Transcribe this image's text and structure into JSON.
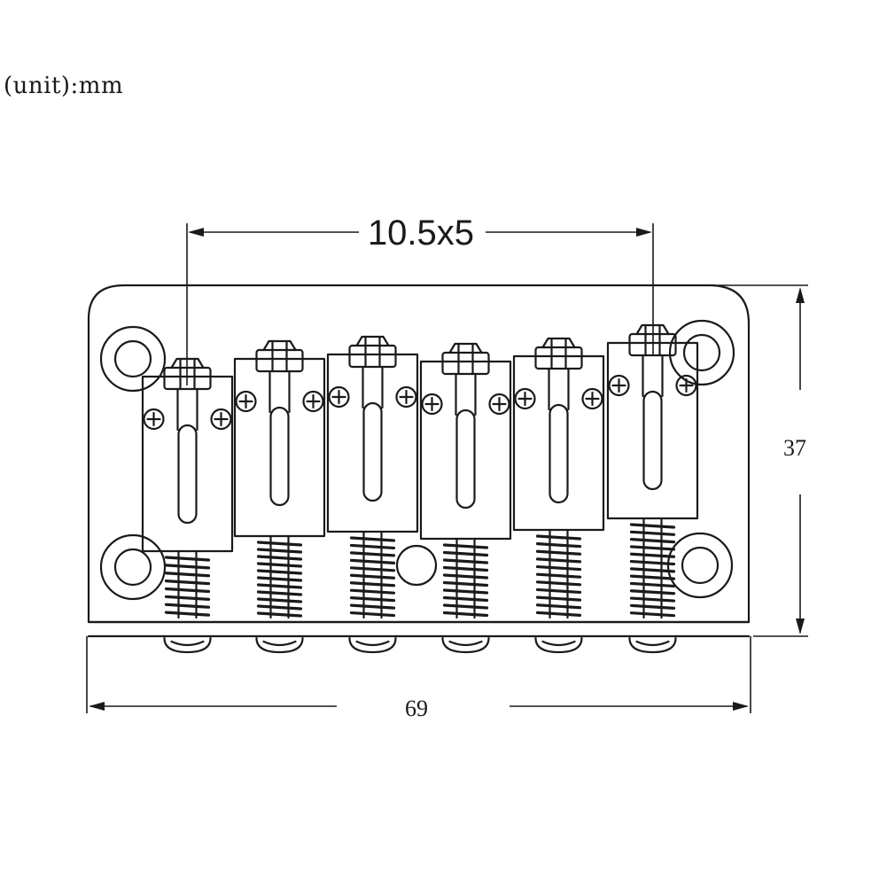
{
  "unit_label": "(unit):mm",
  "dimensions": {
    "spacing": "10.5x5",
    "height": "37",
    "width": "69"
  },
  "colors": {
    "line": "#1a1a1a",
    "background": "#ffffff"
  }
}
